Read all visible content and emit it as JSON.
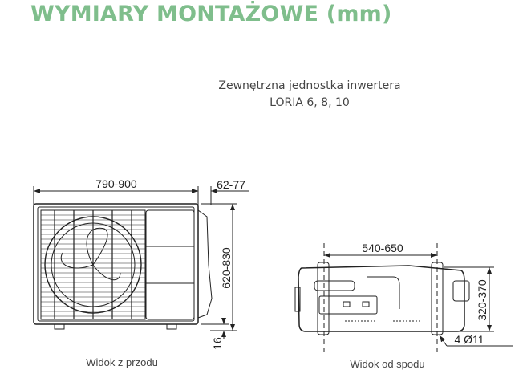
{
  "title": "WYMIARY MONTAŻOWE (mm)",
  "subtitle": {
    "line1": "Zewnętrzna jednostka inwertera",
    "line2": "LORIA 6, 8, 10"
  },
  "front_view": {
    "caption": "Widok z przodu",
    "width_dim": "790-900",
    "side_dim": "62-77",
    "height_dim": "620-830",
    "foot_dim": "16"
  },
  "bottom_view": {
    "caption": "Widok od spodu",
    "mount_dim": "540-650",
    "depth_dim": "320-370",
    "holes_dim": "4 Ø11"
  },
  "colors": {
    "title": "#7fbe8c",
    "text": "#444444",
    "line": "#222222"
  }
}
